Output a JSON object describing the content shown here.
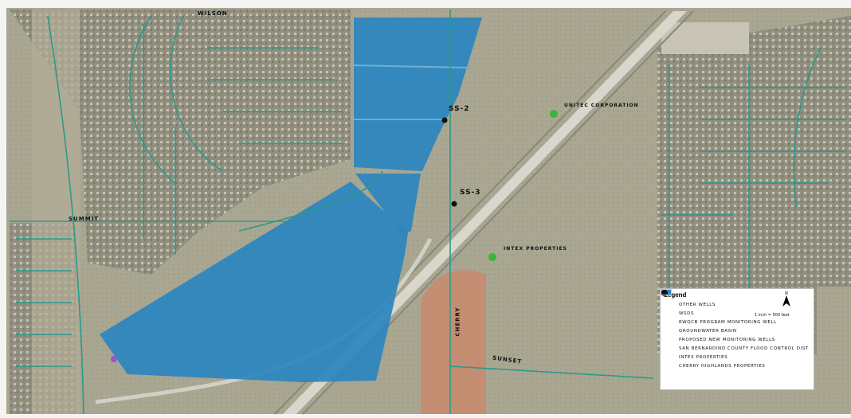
{
  "map": {
    "labels": {
      "ss2": "SS-2",
      "ss3": "SS-3",
      "unitec": "UNITEC CORPORATION",
      "intex": "INTEX PROPERTIES",
      "sunset": "SUNSET",
      "summit": "SUMMIT",
      "wilson": "WILSON",
      "cherry": "CHERRY"
    },
    "colors": {
      "basin": "#2b86bf",
      "aerial_base": "#a8a690",
      "road": "#2a9a8a",
      "other_well": "#3ab53a",
      "program_well": "#9a55c8",
      "proposed_well": "#111111"
    }
  },
  "legend": {
    "title": "Legend",
    "scale": "1 inch = 500 feet",
    "north": "N",
    "items": [
      {
        "label": "OTHER WELLS",
        "symbol": "green-dot"
      },
      {
        "label": "WSDS",
        "symbol": "line"
      },
      {
        "label": "RWQCB PROGRAM MONITORING WELL",
        "symbol": "purple-dot"
      },
      {
        "label": "GROUNDWATER BASIN",
        "symbol": "blue-fill"
      },
      {
        "label": "PROPOSED NEW MONITORING WELLS",
        "symbol": "black-dot"
      },
      {
        "label": "SAN BERNARDINO COUNTY FLOOD CONTROL DIST",
        "symbol": "outline"
      },
      {
        "label": "INTEX PROPERTIES",
        "symbol": "outline"
      },
      {
        "label": "CHERRY HIGHLANDS PROPERTIES",
        "symbol": "outline"
      }
    ]
  }
}
